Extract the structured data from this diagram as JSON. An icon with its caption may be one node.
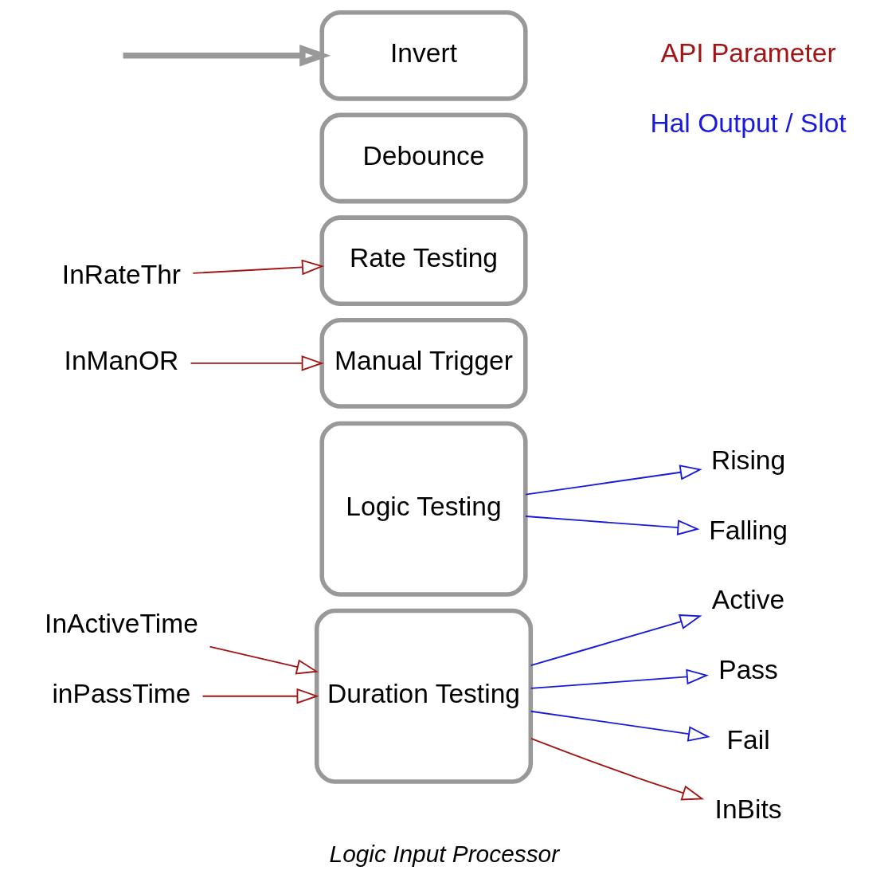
{
  "diagram": {
    "caption": "Logic Input Processor",
    "nodes": [
      {
        "text": [
          "Invert"
        ]
      },
      {
        "text": [
          "Debounce"
        ]
      },
      {
        "text": [
          "Rate Testing"
        ]
      },
      {
        "text": [
          "Manual Trigger"
        ]
      },
      {
        "text": [
          "Logic Testing"
        ]
      },
      {
        "text": [
          "Duration Testing"
        ]
      },
      {
        "text": [
          "InRateThr"
        ]
      },
      {
        "text": [
          "InManOR"
        ]
      },
      {
        "text": [
          "Rising"
        ]
      },
      {
        "text": [
          "Falling"
        ]
      },
      {
        "text": [
          "InActiveTime"
        ]
      },
      {
        "text": [
          "inPassTime"
        ]
      },
      {
        "text": [
          "Active"
        ]
      },
      {
        "text": [
          "Pass"
        ]
      },
      {
        "text": [
          "Fail"
        ]
      },
      {
        "text": [
          "InBits"
        ]
      }
    ],
    "edges": [
      {
        "from": null,
        "to": 0,
        "arrow": "to",
        "style": "thick",
        "color": "#999999"
      },
      {
        "from": 6,
        "to": 2,
        "arrow": "to",
        "color": "#a31515"
      },
      {
        "from": 7,
        "to": 3,
        "arrow": "to",
        "color": "#a31515"
      },
      {
        "from": 4,
        "to": 8,
        "arrow": "to",
        "color": "#1a1adb"
      },
      {
        "from": 4,
        "to": 9,
        "arrow": "to",
        "color": "#1a1adb"
      },
      {
        "from": 10,
        "to": 5,
        "arrow": "to",
        "color": "#a31515"
      },
      {
        "from": 11,
        "to": 5,
        "arrow": "to",
        "color": "#a31515"
      },
      {
        "from": 5,
        "to": 12,
        "arrow": "to",
        "color": "#1a1adb"
      },
      {
        "from": 5,
        "to": 13,
        "arrow": "to",
        "color": "#1a1adb"
      },
      {
        "from": 5,
        "to": 14,
        "arrow": "to",
        "color": "#1a1adb"
      },
      {
        "from": 5,
        "to": 15,
        "arrow": "to",
        "color": "#a31515"
      }
    ],
    "legend": [
      {
        "text": "API Parameter",
        "color": "#a31515"
      },
      {
        "text": "Hal Output / Slot",
        "color": "#1a1adb"
      }
    ]
  }
}
